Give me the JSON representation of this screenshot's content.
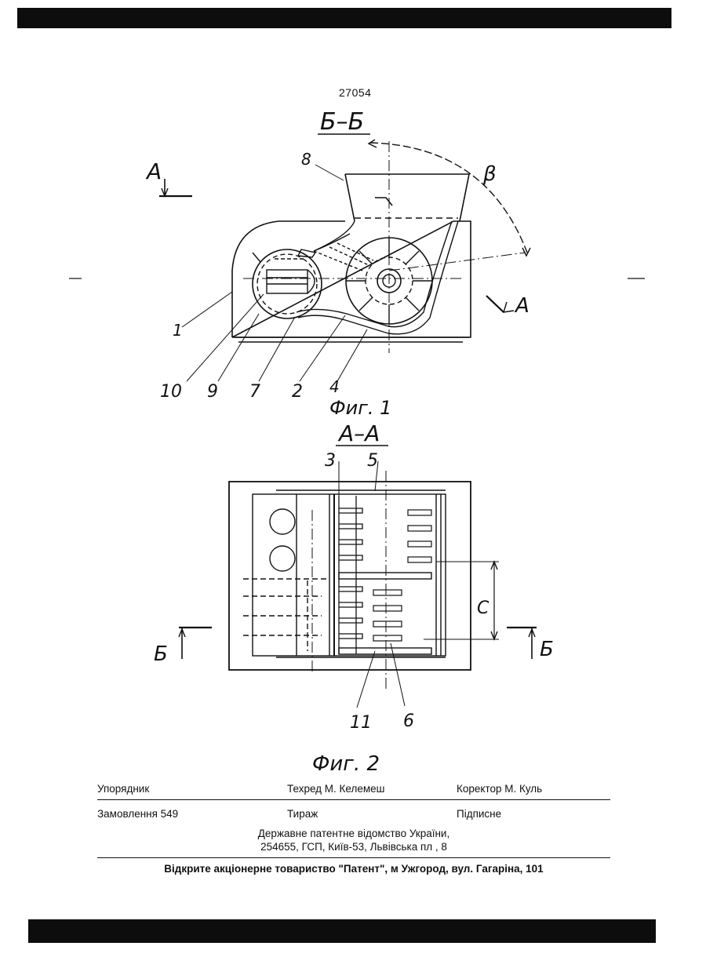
{
  "page_number": "27054",
  "figure1": {
    "section_label": "Б–Б",
    "section_marker_A_left": "A",
    "section_marker_A_right": "A",
    "angle_label": "β",
    "caption": "Фиг. 1",
    "callouts": [
      "8",
      "1",
      "10",
      "9",
      "7",
      "2",
      "4"
    ]
  },
  "figure2": {
    "section_label": "A–A",
    "section_marker_B_left": "Б",
    "section_marker_B_right": "Б",
    "dimension_label": "C",
    "caption": "Фиг. 2",
    "callouts": [
      "3",
      "5",
      "11",
      "6"
    ]
  },
  "imprint": {
    "compiler": "Упорядник",
    "tech_editor": "Техред М. Келемеш",
    "corrector": "Коректор М. Куль",
    "order": "Замовлення 549",
    "circulation": "Тираж",
    "subscription": "Підписне",
    "office_line1": "Державне патентне відомство України,",
    "office_line2": "254655, ГСП, Київ-53, Львівська пл , 8",
    "printer": "Відкрите акціонерне товариство \"Патент\", м  Ужгород, вул. Гагаріна, 101"
  }
}
